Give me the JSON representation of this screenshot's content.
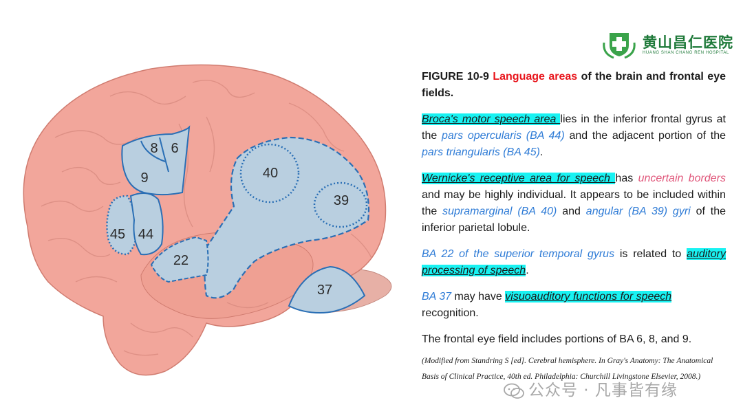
{
  "logo": {
    "name": "黄山昌仁医院",
    "subtitle": "HUANG SHAN CHANG REN HOSPITAL"
  },
  "brain_labels": {
    "ba8": "8",
    "ba6": "6",
    "ba9": "9",
    "ba45": "45",
    "ba44": "44",
    "ba22": "22",
    "ba40": "40",
    "ba39": "39",
    "ba37": "37"
  },
  "caption": {
    "prefix": "FIGURE 10-9 ",
    "highlight": "Language areas",
    "suffix": " of the brain and frontal eye fields."
  },
  "broca": {
    "term": "Broca's motor speech area ",
    "t1": "lies in the inferior frontal gyrus at the ",
    "l1": "pars opercularis (BA 44)",
    "t2": " and the adjacent portion of the ",
    "l2": "pars triangularis (BA 45)",
    "t3": "."
  },
  "wernicke": {
    "term": "Wernicke's receptive area for speech ",
    "t1": "has ",
    "l1": "uncertain borders",
    "t2": " and may be highly individual. It appears to be included within the ",
    "l2": "supramarginal (BA 40)",
    "t3": " and ",
    "l3": "angular (BA 39) gyri",
    "t4": " of the inferior parietal lobule."
  },
  "ba22": {
    "l1": " BA 22 of the superior temporal gyrus",
    "t1": " is related to ",
    "term": "auditory processing of speech",
    "t2": "."
  },
  "ba37": {
    "l1": "BA 37",
    "t1": " may have ",
    "term": "visuoauditory functions for speech",
    "t2": " recognition."
  },
  "eyefield": "The frontal eye field includes portions of BA 6, 8, and 9.",
  "citation": "(Modified from Standring S [ed]. Cerebral hemisphere. In Gray's Anatomy: The Anatomical Basis of Clinical Practice, 40th ed. Philadelphia: Churchill Livingstone Elsevier, 2008.)",
  "watermark": "公众号 · 凡事皆有缘",
  "colors": {
    "brain": "#f2a69b",
    "region": "#b9cfe0",
    "border": "#2a6fb5",
    "highlight": "#19f2f2",
    "red": "#e8141b",
    "blue": "#2e7bd6"
  }
}
